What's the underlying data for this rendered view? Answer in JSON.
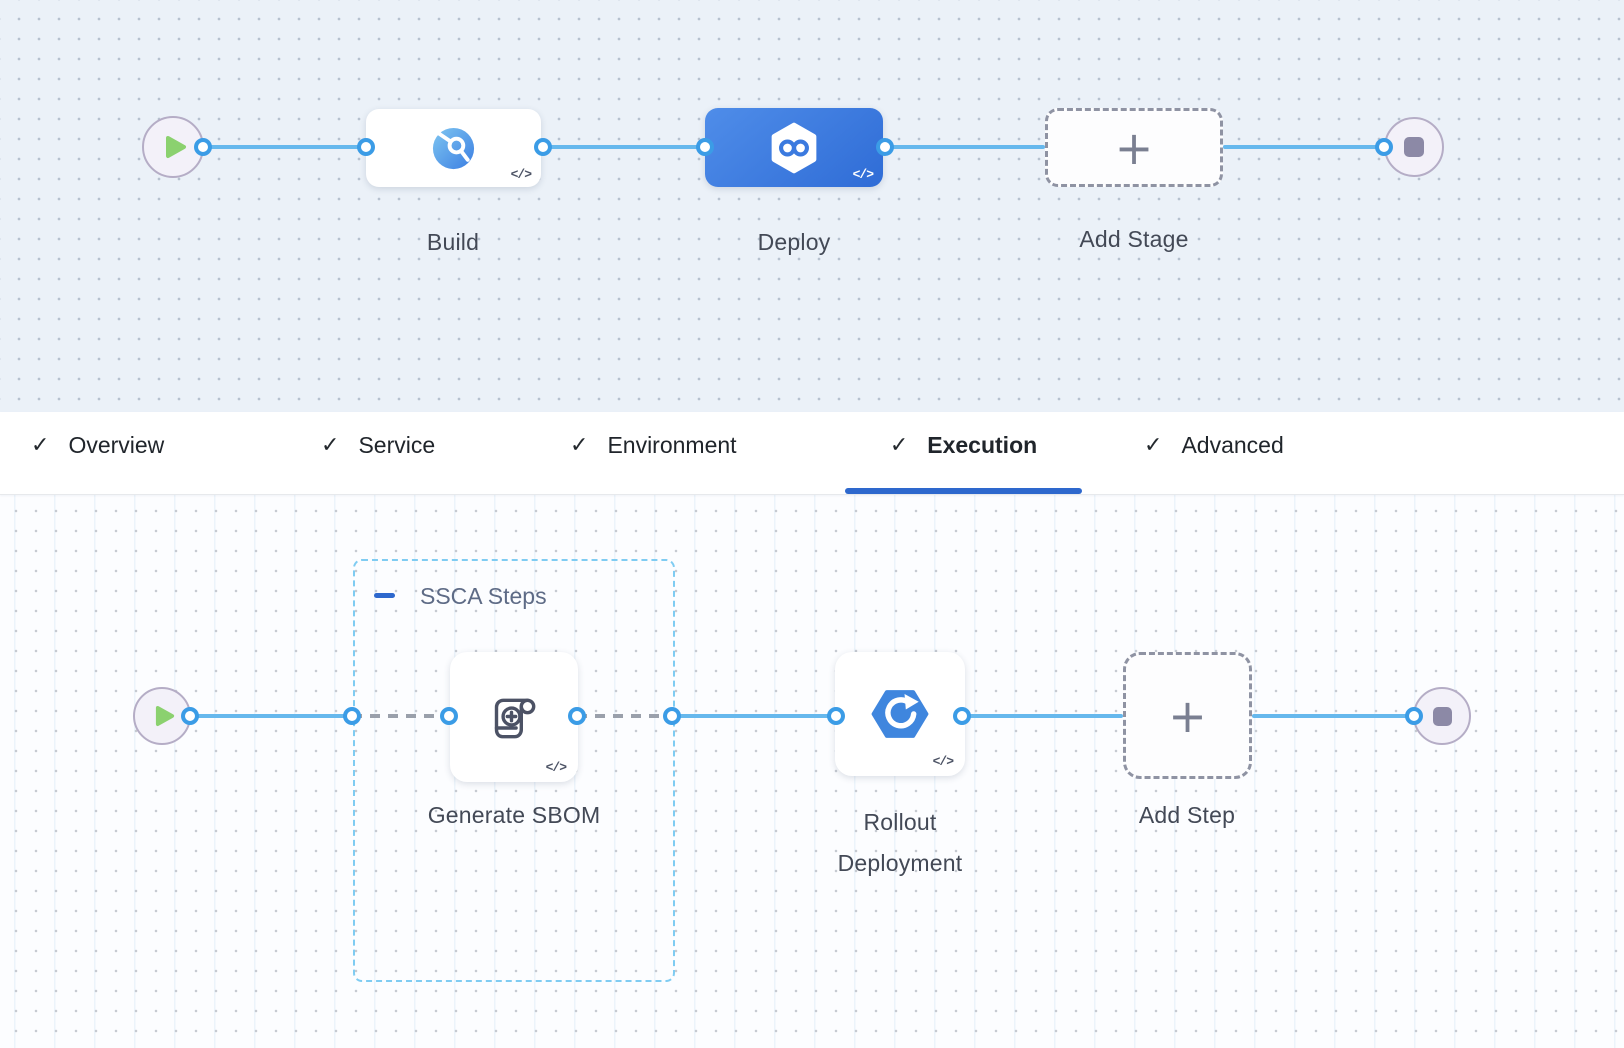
{
  "stage_pipeline": {
    "stages": {
      "build": {
        "label": "Build",
        "code_glyph": "</>"
      },
      "deploy": {
        "label": "Deploy",
        "code_glyph": "</>",
        "selected": true
      },
      "add_stage": {
        "label": "Add Stage",
        "plus_glyph": "+"
      }
    }
  },
  "tabs": {
    "check_glyph": "✓",
    "items": [
      {
        "label": "Overview"
      },
      {
        "label": "Service"
      },
      {
        "label": "Environment"
      },
      {
        "label": "Execution",
        "active": true
      },
      {
        "label": "Advanced"
      }
    ]
  },
  "execution_pipeline": {
    "group": {
      "label": "SSCA Steps"
    },
    "steps": {
      "generate_sbom": {
        "label": "Generate SBOM",
        "code_glyph": "</>"
      },
      "rollout_deployment": {
        "label": "Rollout Deployment",
        "code_glyph": "</>"
      },
      "add_step": {
        "label": "Add Step",
        "plus_glyph": "+"
      }
    }
  },
  "colors": {
    "accent_blue": "#2e68cd",
    "connector_blue": "#66b8ed",
    "connection_ring_blue": "#3b9ce6",
    "selected_stage_gradient": [
      "#4f8de9",
      "#2f6cd6"
    ],
    "canvas_top_bg": "#ebf1f8",
    "canvas_bottom_bg": "#fcfdff",
    "group_border_blue": "#7fccf2",
    "play_green": "#8bd16f",
    "terminal_fill": "#f3f1f9"
  }
}
